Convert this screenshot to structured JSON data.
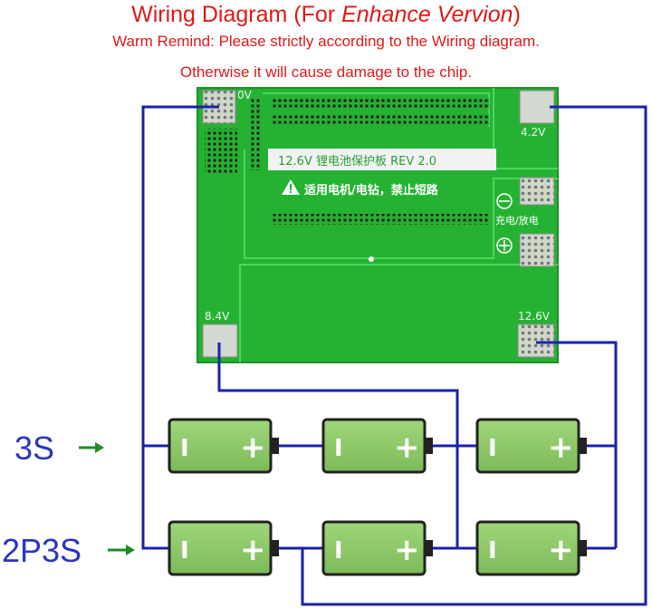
{
  "header": {
    "title_prefix": "Wiring Diagram (For ",
    "title_italic": "Enhance Vervion",
    "title_suffix": ")",
    "remind_line1": "Warm Remind: Please strictly according to the Wiring diagram.",
    "remind_line2": "Otherwise it will cause damage to the chip."
  },
  "board": {
    "label_0v": "0V",
    "label_4v2": "4.2V",
    "label_8v4": "8.4V",
    "label_12v6": "12.6V",
    "product_label": "12.6V 锂电池保护板 REV 2.0",
    "warning_label": "适用电机/电钻，禁止短路",
    "charge_discharge_label": "充电/放电"
  },
  "configs": {
    "row1_label": "3S",
    "row2_label": "2P3S"
  },
  "battery_terminals": {
    "negative": "I",
    "positive": "+"
  },
  "colors": {
    "title_red": "#e01818",
    "wire_blue": "#1a22a8",
    "arrow_green": "#1f8a2a",
    "pcb_green": "#25b232",
    "battery_green": "#8fcc6a",
    "battery_border": "#222222"
  }
}
